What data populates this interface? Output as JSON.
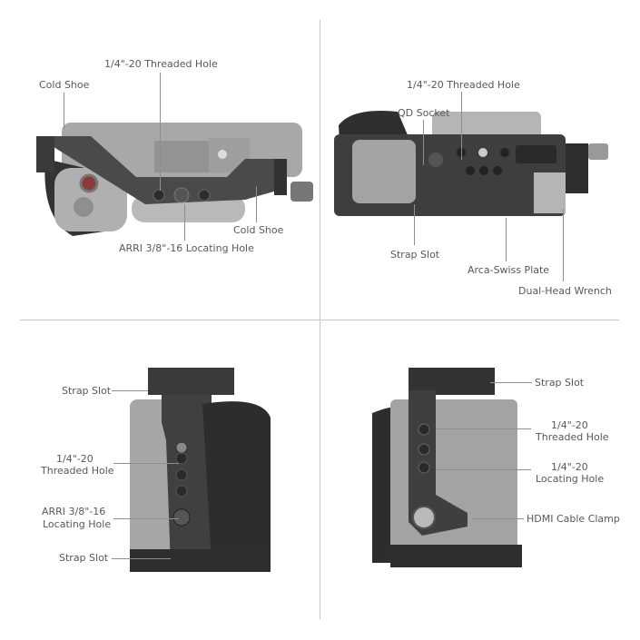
{
  "panels": {
    "top_view": {
      "labels": {
        "cold_shoe_left": "Cold Shoe",
        "threaded_hole": "1/4\"-20 Threaded Hole",
        "cold_shoe_right": "Cold Shoe",
        "arri_hole": "ARRI 3/8\"-16 Locating Hole"
      }
    },
    "bottom_view": {
      "labels": {
        "threaded_hole": "1/4\"-20 Threaded Hole",
        "qd_socket": "QD Socket",
        "strap_slot": "Strap Slot",
        "arca_plate": "Arca-Swiss Plate",
        "wrench": "Dual-Head Wrench"
      }
    },
    "grip_side_view": {
      "labels": {
        "strap_slot_top": "Strap Slot",
        "threaded_hole_l1": "1/4\"-20",
        "threaded_hole_l2": "Threaded Hole",
        "arri_l1": "ARRI 3/8\"-16",
        "arri_l2": "Locating Hole",
        "strap_slot_bottom": "Strap Slot"
      }
    },
    "port_side_view": {
      "labels": {
        "strap_slot": "Strap Slot",
        "threaded_l1": "1/4\"-20",
        "threaded_l2": "Threaded Hole",
        "locating_l1": "1/4\"-20",
        "locating_l2": "Locating Hole",
        "hdmi_clamp": "HDMI Cable Clamp"
      }
    }
  }
}
